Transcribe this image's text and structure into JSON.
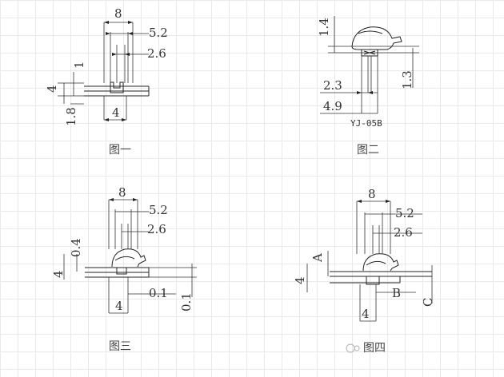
{
  "fig1": {
    "caption": "图一",
    "dims": {
      "w": "8",
      "a": "5.2",
      "b": "2.6",
      "c": "1",
      "d": "4",
      "e": "1.8",
      "f": "4"
    }
  },
  "fig2": {
    "caption": "图二",
    "model": "YJ-05B",
    "dims": {
      "a": "1.4",
      "b": "1.3",
      "c": "2.3",
      "d": "4.9"
    }
  },
  "fig3": {
    "caption": "图三",
    "dims": {
      "w": "8",
      "a": "5.2",
      "b": "2.6",
      "c": "0.4",
      "d": "4",
      "e": "0.1",
      "f": "0.1",
      "g": "4"
    }
  },
  "fig4": {
    "caption": "图四",
    "dims": {
      "w": "8",
      "a": "5.2",
      "b": "2.6",
      "c": "A",
      "d": "4",
      "e": "B",
      "f": "C",
      "g": "4"
    }
  }
}
